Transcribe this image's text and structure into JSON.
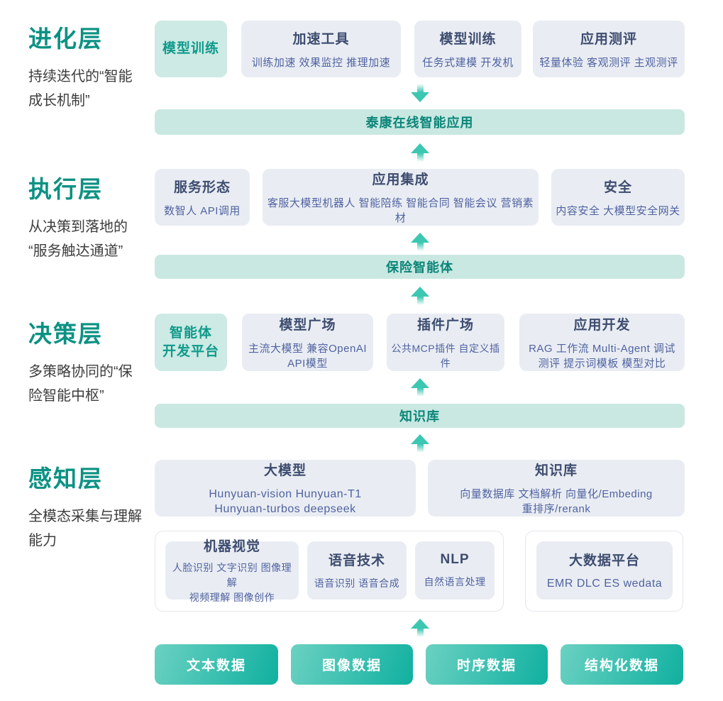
{
  "colors": {
    "accent_green": "#0b9183",
    "gray_box_bg": "#e9edf3",
    "gray_box_title": "#3d4c6f",
    "gray_box_sub": "#5062a0",
    "teal_box_bg": "#cdeae5",
    "teal_box_text": "#0f9a8a",
    "banner_bg": "#c9e8e2",
    "banner_text": "#0b8578",
    "arrow": "#3cc7b2",
    "button_gradient_start": "#6bd1c2",
    "button_gradient_end": "#10b0a0"
  },
  "layers": [
    {
      "title": "进化层",
      "subtitle": "持续迭代的“智能\n成长机制”"
    },
    {
      "title": "执行层",
      "subtitle": "从决策到落地的\n“服务触达通道”"
    },
    {
      "title": "决策层",
      "subtitle": "多策略协同的“保\n险智能中枢”"
    },
    {
      "title": "感知层",
      "subtitle": "全模态采集与理解\n能力"
    }
  ],
  "evolution": {
    "feature": "模型训练",
    "boxes": [
      {
        "title": "加速工具",
        "sub": "训练加速 效果监控 推理加速"
      },
      {
        "title": "模型训练",
        "sub": "任务式建模 开发机"
      },
      {
        "title": "应用测评",
        "sub": "轻量体验 客观测评 主观测评"
      }
    ]
  },
  "banners": {
    "app": "泰康在线智能应用",
    "agent": "保险智能体",
    "knowledge": "知识库"
  },
  "execution": {
    "boxes": [
      {
        "title": "服务形态",
        "sub": "数智人 API调用"
      },
      {
        "title": "应用集成",
        "sub": "客服大模型机器人 智能陪练 智能合同 智能会议 营销素材"
      },
      {
        "title": "安全",
        "sub": "内容安全 大模型安全网关"
      }
    ]
  },
  "decision": {
    "feature": "智能体\n开发平台",
    "boxes": [
      {
        "title": "模型广场",
        "sub": "主流大模型 兼容OpenAI\nAPI模型"
      },
      {
        "title": "插件广场",
        "sub": "公共MCP插件 自定义插件"
      },
      {
        "title": "应用开发",
        "sub": "RAG 工作流 Multi-Agent 调试\n测评 提示词模板 模型对比"
      }
    ]
  },
  "perception": {
    "boxes": [
      {
        "title": "大模型",
        "sub": "Hunyuan-vision Hunyuan-T1\nHunyuan-turbos deepseek"
      },
      {
        "title": "知识库",
        "sub": "向量数据库 文档解析 向量化/Embeding\n重排序/rerank"
      }
    ],
    "capability_boxes": [
      {
        "title": "机器视觉",
        "sub": "人脸识别 文字识别 图像理解\n视频理解 图像创作"
      },
      {
        "title": "语音技术",
        "sub": "语音识别 语音合成"
      },
      {
        "title": "NLP",
        "sub": "自然语言处理"
      }
    ],
    "bigdata_boxes": [
      {
        "title": "大数据平台",
        "sub": "EMR DLC ES wedata"
      }
    ]
  },
  "data_sources": [
    "文本数据",
    "图像数据",
    "时序数据",
    "结构化数据"
  ]
}
